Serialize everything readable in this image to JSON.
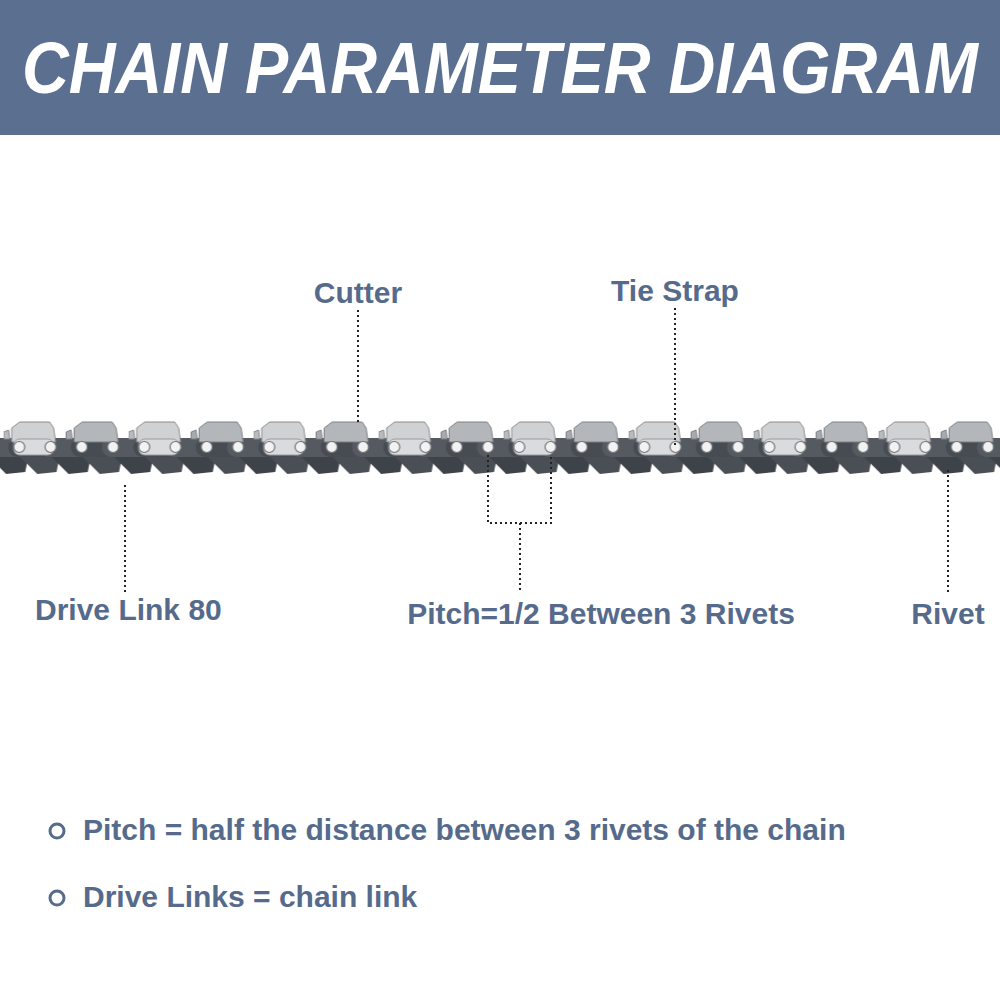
{
  "diagram": {
    "title": "CHAIN PARAMETER DIAGRAM",
    "labels": [
      "Cutter",
      "Tie Strap",
      "Drive Link 80",
      "Pitch=1/2 Between 3 Rivets",
      "Rivet",
      "Pitch = half the distance between 3 rivets of the chain",
      "Drive Links = chain link"
    ]
  }
}
